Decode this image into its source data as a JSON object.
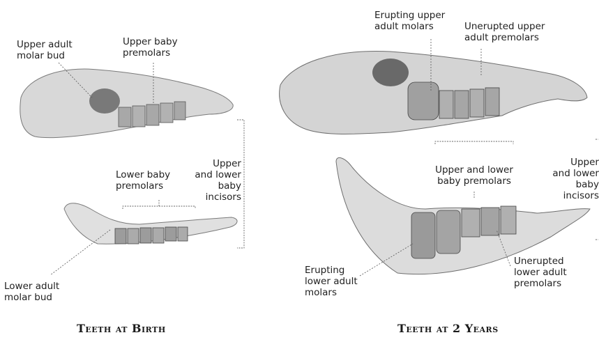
{
  "panels": [
    {
      "caption": "Teeth at Birth",
      "labels": {
        "upper_adult_molar_bud": [
          "Upper adult",
          "molar bud"
        ],
        "upper_baby_premolars": [
          "Upper baby",
          "premolars"
        ],
        "lower_baby_premolars": [
          "Lower baby",
          "premolars"
        ],
        "upper_lower_baby_incisors": [
          "Upper",
          "and lower",
          "baby",
          "incisors"
        ],
        "lower_adult_molar_bud": [
          "Lower adult",
          "molar bud"
        ]
      }
    },
    {
      "caption": "Teeth at 2 Years",
      "labels": {
        "erupting_upper_adult_molars": [
          "Erupting upper",
          "adult molars"
        ],
        "unerupted_upper_adult_premolars": [
          "Unerupted upper",
          "adult premolars"
        ],
        "upper_lower_baby_premolars": [
          "Upper and lower",
          "baby premolars"
        ],
        "upper_lower_baby_incisors": [
          "Upper",
          "and lower",
          "baby",
          "incisors"
        ],
        "erupting_lower_adult_molars": [
          "Erupting",
          "lower adult",
          "molars"
        ],
        "unerupted_lower_adult_premolars": [
          "Unerupted",
          "lower adult",
          "premolars"
        ]
      }
    }
  ],
  "colors": {
    "bone": "#d9d9d9",
    "bone_dark": "#8a8a8a",
    "teeth": "#bdbdbd",
    "line": "#555555"
  }
}
